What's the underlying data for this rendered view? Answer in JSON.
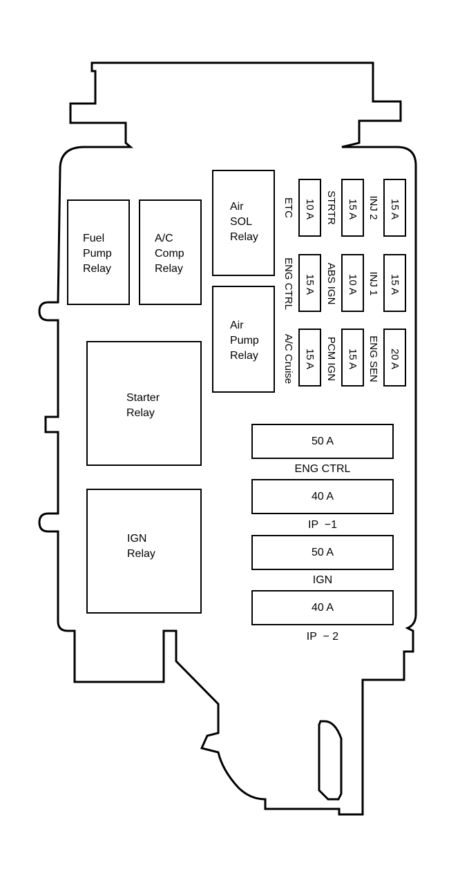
{
  "relays": {
    "fuel_pump": [
      "Fuel",
      "Pump",
      "Relay"
    ],
    "ac_comp": [
      "A/C",
      "Comp",
      "Relay"
    ],
    "air_sol": [
      "Air",
      "SOL",
      "Relay"
    ],
    "air_pump": [
      "Air",
      "Pump",
      "Relay"
    ],
    "starter": [
      "Starter",
      "Relay"
    ],
    "ign": [
      "IGN",
      "Relay"
    ]
  },
  "mini_fuses": {
    "row1": [
      {
        "label": "ETC",
        "rating": "10 A"
      },
      {
        "label": "STRTR",
        "rating": "15 A"
      },
      {
        "label": "INJ 2",
        "rating": "15 A"
      }
    ],
    "row2": [
      {
        "label": "ENG CTRL",
        "rating": "15 A"
      },
      {
        "label": "ABS IGN",
        "rating": "10 A"
      },
      {
        "label": "INJ 1",
        "rating": "15 A"
      }
    ],
    "row3": [
      {
        "label": "A/C Cruise",
        "rating": "15 A"
      },
      {
        "label": "PCM IGN",
        "rating": "15 A"
      },
      {
        "label": "ENG SEN",
        "rating": "20 A"
      }
    ]
  },
  "maxi_fuses": [
    {
      "rating": "50 A",
      "label": "ENG CTRL"
    },
    {
      "rating": "40 A",
      "label": "IP  −1"
    },
    {
      "rating": "50 A",
      "label": "IGN"
    },
    {
      "rating": "40 A",
      "label": "IP  − 2"
    }
  ]
}
